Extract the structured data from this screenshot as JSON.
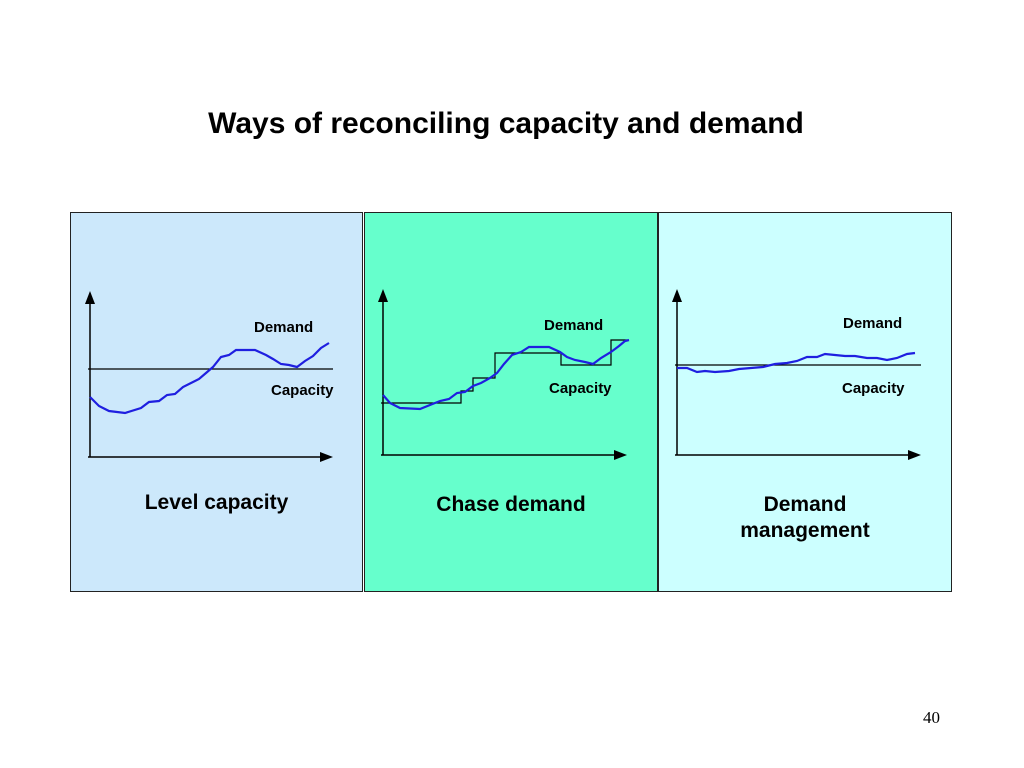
{
  "slide": {
    "title": "Ways of reconciling capacity and demand",
    "page_number": "40"
  },
  "colors": {
    "demand_line": "#1f1fe0",
    "capacity_line": "#000000",
    "panel_level": "#cce8fb",
    "panel_chase": "#66ffcc",
    "panel_demand_mgmt": "#ccffff"
  },
  "panels": [
    {
      "label": "Level capacity",
      "demand_label": "Demand",
      "capacity_label": "Capacity"
    },
    {
      "label": "Chase demand",
      "demand_label": "Demand",
      "capacity_label": "Capacity"
    },
    {
      "label_line1": "Demand",
      "label_line2": "management",
      "demand_label": "Demand",
      "capacity_label": "Capacity"
    }
  ]
}
